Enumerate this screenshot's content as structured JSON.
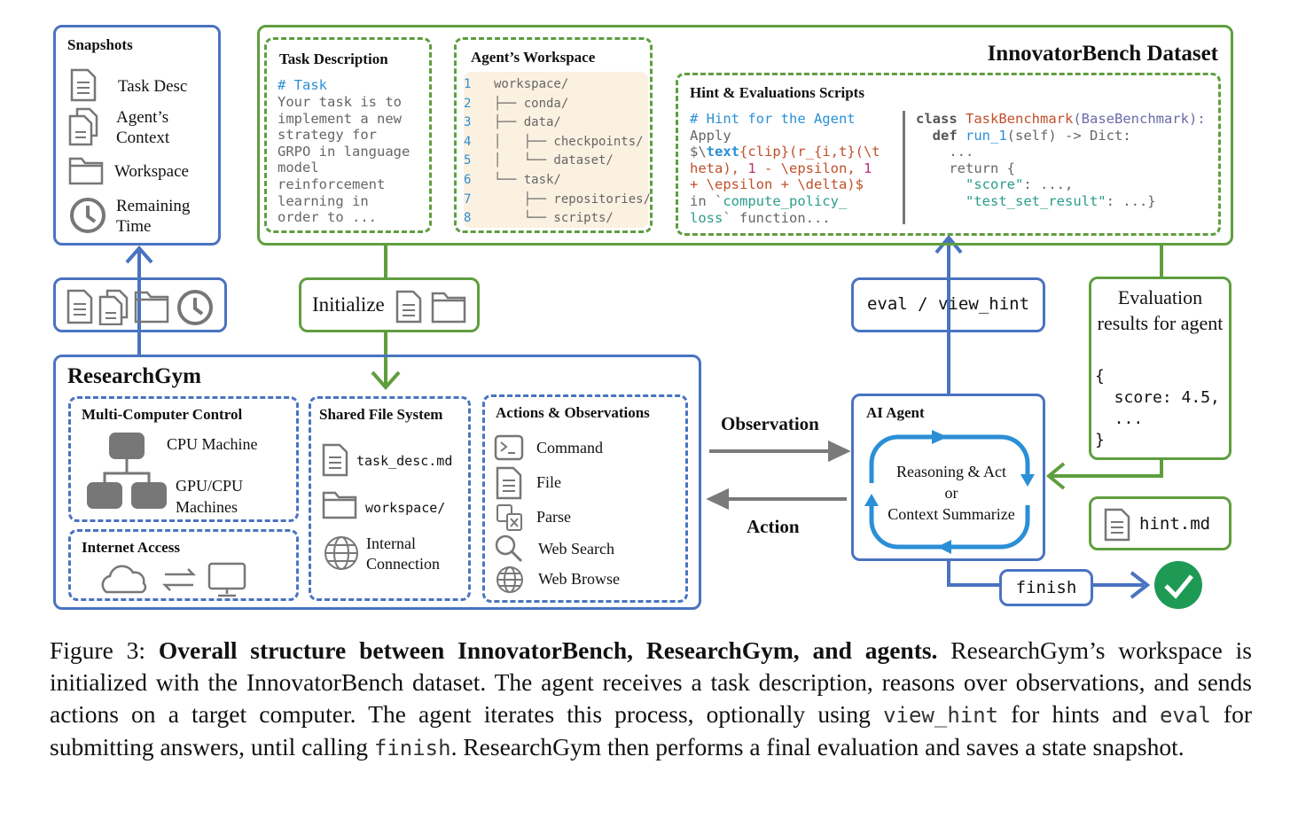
{
  "colors": {
    "blue": "#4a73c0",
    "green": "#5f9e3f",
    "gray_arrow": "#7a7a7a",
    "cycle": "#2b8fd6",
    "check": "#1e9a55",
    "workspace_bg": "#fbf1e1"
  },
  "snapshots": {
    "title": "Snapshots",
    "items": [
      {
        "icon": "document-icon",
        "label": "Task Desc"
      },
      {
        "icon": "documents-icon",
        "label": "Agent’s Context"
      },
      {
        "icon": "folder-icon",
        "label": "Workspace"
      },
      {
        "icon": "clock-icon",
        "label": "Remaining Time"
      }
    ]
  },
  "innovator": {
    "title": "InnovatorBench Dataset",
    "task": {
      "title": "Task Description",
      "heading": "# Task",
      "body": "Your task is to\nimplement a new\nstrategy for\nGRPO in language\nmodel\nreinforcement\nlearning in\norder to ..."
    },
    "workspace": {
      "title": "Agent’s Workspace",
      "lines": [
        {
          "n": "1",
          "text": "workspace/"
        },
        {
          "n": "2",
          "text": "├── conda/"
        },
        {
          "n": "3",
          "text": "├── data/"
        },
        {
          "n": "4",
          "text": "│   ├── checkpoints/"
        },
        {
          "n": "5",
          "text": "│   └── dataset/"
        },
        {
          "n": "6",
          "text": "└── task/"
        },
        {
          "n": "7",
          "text": "    ├── repositories/"
        },
        {
          "n": "8",
          "text": "    └── scripts/"
        }
      ]
    },
    "hint": {
      "title": "Hint & Evaluations Scripts",
      "hint_comment": "# Hint for the Agent",
      "hint_l1": "Apply",
      "hint_l2a": "$\\",
      "hint_l2b": "text",
      "hint_l2c": "{clip}(r_{i,t}(\\t",
      "hint_l3a": "heta), ",
      "hint_l3b": "1",
      "hint_l3c": " - \\epsilon, ",
      "hint_l3d": "1",
      "hint_l4": "+ \\epsilon + \\delta)$",
      "hint_l5a": "in `",
      "hint_l5b": "compute_policy_",
      "hint_l6a": "loss",
      "hint_l6b": "` function...",
      "code_class": "class ",
      "code_name": "TaskBenchmark",
      "code_base": "(BaseBenchmark):",
      "code_def": "def ",
      "code_fn": "run_1",
      "code_sig": "(self) -> Dict:",
      "code_dots": "...",
      "code_return": "return {",
      "code_score": "\"score\"",
      "code_score_v": ": ...,",
      "code_tsr": "\"test_set_result\"",
      "code_tsr_v": ": ...}"
    }
  },
  "initialize": {
    "label": "Initialize"
  },
  "researchgym": {
    "title": "ResearchGym",
    "multi": {
      "title": "Multi-Computer Control",
      "cpu": "CPU Machine",
      "gpu": "GPU/CPU Machines"
    },
    "internet": {
      "title": "Internet Access"
    },
    "fs": {
      "title": "Shared File System",
      "items": [
        "task_desc.md",
        "workspace/"
      ],
      "conn": "Internal Connection"
    },
    "actions": {
      "title": "Actions & Observations",
      "items": [
        "Command",
        "File",
        "Parse",
        "Web Search",
        "Web Browse"
      ]
    }
  },
  "observation": "Observation",
  "action": "Action",
  "agent": {
    "title": "AI Agent",
    "body_l1": "Reasoning & Act",
    "body_l2": "or",
    "body_l3": "Context Summarize"
  },
  "eval_hint": "eval / view_hint",
  "eval_results": {
    "label": "Evaluation results for agent",
    "code": "{\n  score: 4.5,\n  ...\n}"
  },
  "hint_md": "hint.md",
  "finish": "finish",
  "caption": {
    "prefix": "Figure 3: ",
    "bold": "Overall structure between InnovatorBench, ResearchGym, and agents.",
    "t1": " ResearchGym’s workspace is initialized with the InnovatorBench dataset. The agent receives a task description, reasons over observations, and sends actions on a target computer. The agent iterates this process, optionally using ",
    "c1": "view_hint",
    "t2": " for hints and ",
    "c2": "eval",
    "t3": " for submitting answers, until calling ",
    "c3": "finish",
    "t4": ". ResearchGym then performs a final evaluation and saves a state snapshot."
  }
}
